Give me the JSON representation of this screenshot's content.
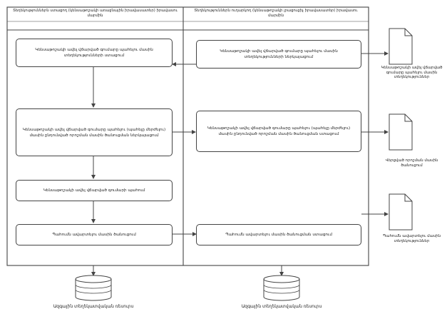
{
  "lanes": {
    "left_header": "Տեղեկություններն ստացող (կենսաթոշակի առաջնային իրավասատեր) իրավասու մարմին",
    "right_header": "Տեղեկություններն ուղարկող (կենսաթոշակի լրացուցիչ իրավասատեր) իրավասու մարմին"
  },
  "boxes": {
    "l1": "Կենսաթոշակի ավել վճարված գումարը պահելու մասին տեղեկությունների ստացում",
    "l2": "Կենսաթոշակի ավել վճարված գումարը պահելու (պահելը մերժելու) մասին ընդունված որոշման մասին ծանուցման ներկայացում",
    "l3": "Կենսաթոշակի ավել վճարված գումարի պահում",
    "l4": "Պահումն ավարտելու մասին ծանուցում",
    "r1": "Կենսաթոշակի ավել վճարված գումարը պահելու մասին տեղեկությունների ներկայացում",
    "r2": "Կենսաթոշակի ավել վճարված գումարը պահելու (պահելը մերժելու) մասին ընդունված որոշման մասին ծանուցման ստացում",
    "r4": "Պահումն ավարտելու մասին ծանուցման ստացում"
  },
  "documents": {
    "d1": "Կենսաթոշակի ավել վճարված գումարը պահելու մասին տեղեկություններ",
    "d2": "Վերցված որոշման մասին ծանուցում",
    "d3": "Պահումն ավարտելու մասին տեղեկություններ"
  },
  "databases": {
    "left": "Ազգային տեղեկատվական ռեսուրս",
    "right": "Ազգային տեղեկատվական ռեսուրս"
  },
  "colors": {
    "stroke": "#444444",
    "background": "#ffffff"
  }
}
